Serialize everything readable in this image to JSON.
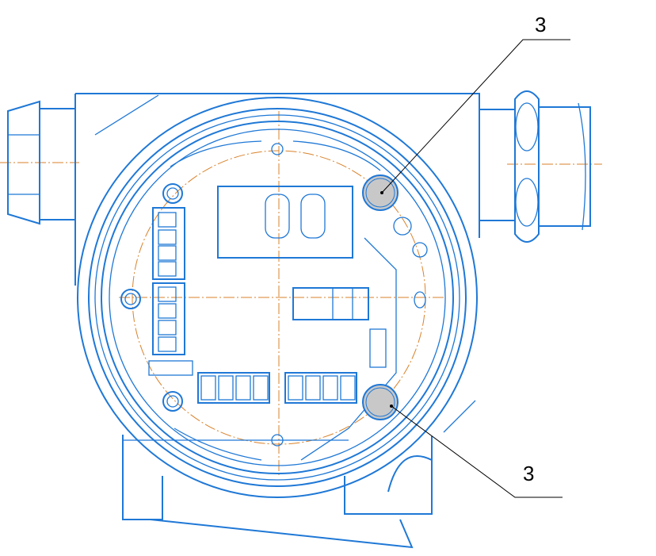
{
  "callouts": [
    {
      "label": "3",
      "target": "upper-plug"
    },
    {
      "label": "3",
      "target": "lower-plug"
    }
  ],
  "colors": {
    "outline": "#1f78d6",
    "centerline": "#d9822b",
    "plug_fill": "#c8c8c8",
    "leader": "#000000"
  }
}
